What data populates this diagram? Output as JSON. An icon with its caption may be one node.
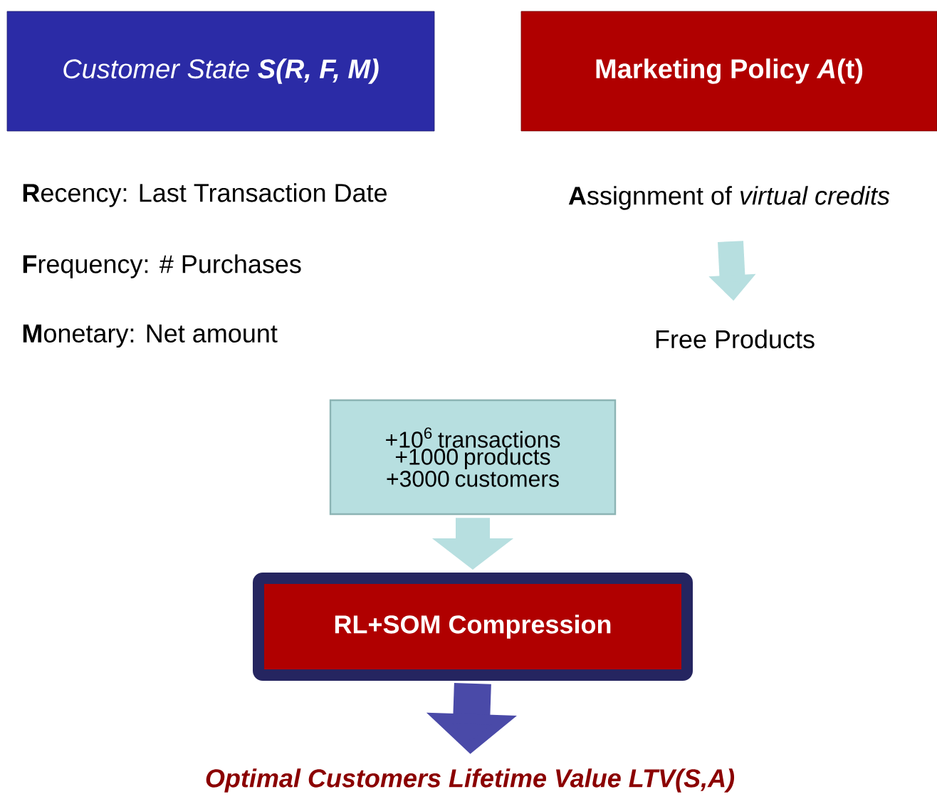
{
  "diagram": {
    "nodes": [
      {
        "text": [
          "Customer State **S(R, F, M)**"
        ]
      },
      {
        "text": [
          "Marketing Policy *A*(t)"
        ]
      },
      {
        "text": [
          "**A**ssignment of *virtual credits*"
        ]
      },
      {
        "text": [
          "Free Products"
        ]
      },
      {
        "text": [
          "+10$^{6}$ transactions +1000 products +3000 customers"
        ]
      },
      {
        "text": [
          "RL+SOM Compression"
        ]
      },
      {
        "text": [
          "Optimal Customers Lifetime Value LTV(S,A)"
        ]
      }
    ],
    "edges": [
      {
        "from": 2,
        "to": 3,
        "arrow": "to"
      },
      {
        "from": 4,
        "to": 5,
        "arrow": "to"
      },
      {
        "from": 5,
        "to": 6,
        "arrow": "to",
        "color": "#4a4aa8"
      }
    ],
    "labels": [
      "**R**ecency: Last Transaction Date",
      "**F**requency: # Purchases",
      "**M**onetary: Net amount"
    ]
  }
}
